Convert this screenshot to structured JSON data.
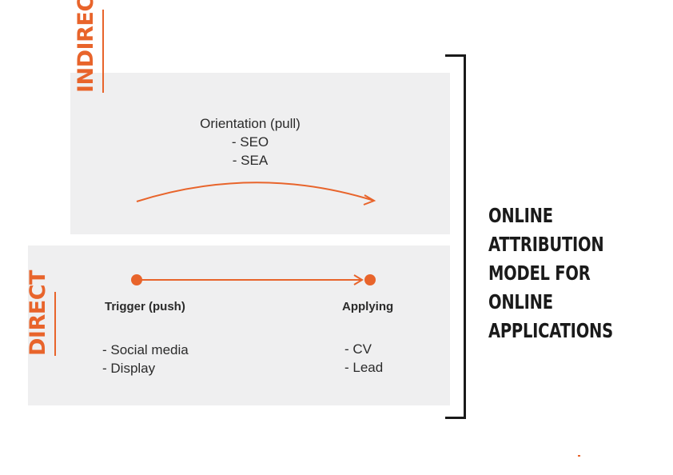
{
  "colors": {
    "accent": "#e8642b",
    "panel": "#efeff0",
    "text": "#2b2b2b",
    "bracket": "#1a1a1a"
  },
  "indirect": {
    "label": "INDIRECT",
    "title": "Orientation (pull)",
    "items": [
      "- SEO",
      "- SEA"
    ]
  },
  "direct": {
    "label": "DIRECT",
    "trigger": {
      "title": "Trigger (push)",
      "items": [
        "- Social media",
        "- Display"
      ]
    },
    "applying": {
      "title": "Applying",
      "items": [
        "- CV",
        "- Lead"
      ]
    }
  },
  "model": {
    "lines": [
      "ONLINE ATTRIBUTION",
      "MODEL FOR ONLINE",
      "APPLICATIONS"
    ]
  }
}
